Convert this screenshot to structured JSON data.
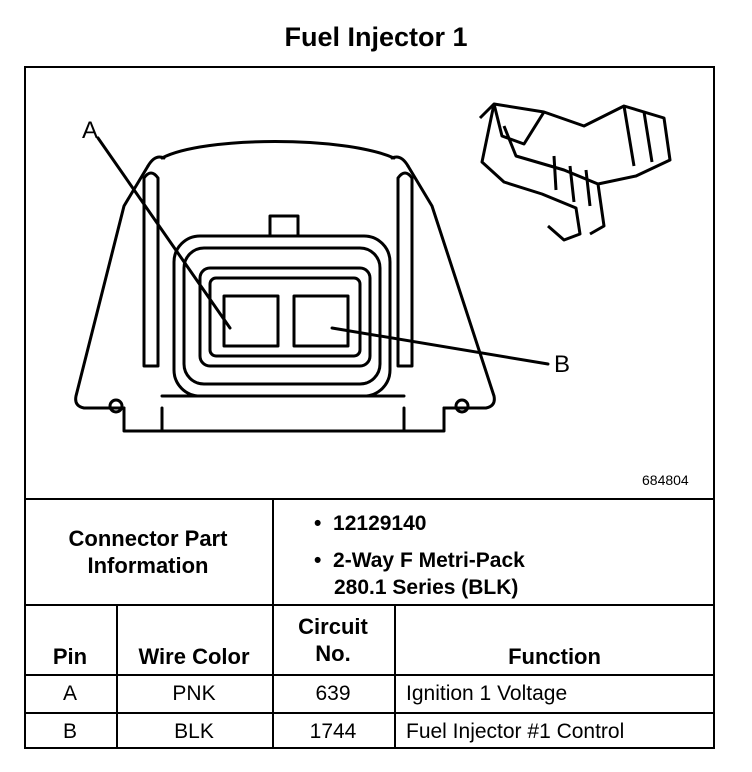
{
  "title": "Fuel Injector 1",
  "figure": {
    "id": "684804",
    "callouts": {
      "a": "A",
      "b": "B"
    }
  },
  "connector_info": {
    "label": [
      "Connector Part",
      "Information"
    ],
    "bullet_char": "•",
    "part_number": "12129140",
    "description": [
      "2-Way F Metri-Pack",
      "280.1 Series (BLK)"
    ]
  },
  "table": {
    "headers": {
      "pin": "Pin",
      "wire_color": "Wire Color",
      "circuit": [
        "Circuit",
        "No."
      ],
      "function": "Function"
    },
    "rows": [
      {
        "pin": "A",
        "wire_color": "PNK",
        "circuit": "639",
        "function": "Ignition 1 Voltage"
      },
      {
        "pin": "B",
        "wire_color": "BLK",
        "circuit": "1744",
        "function": "Fuel Injector #1 Control"
      }
    ]
  }
}
